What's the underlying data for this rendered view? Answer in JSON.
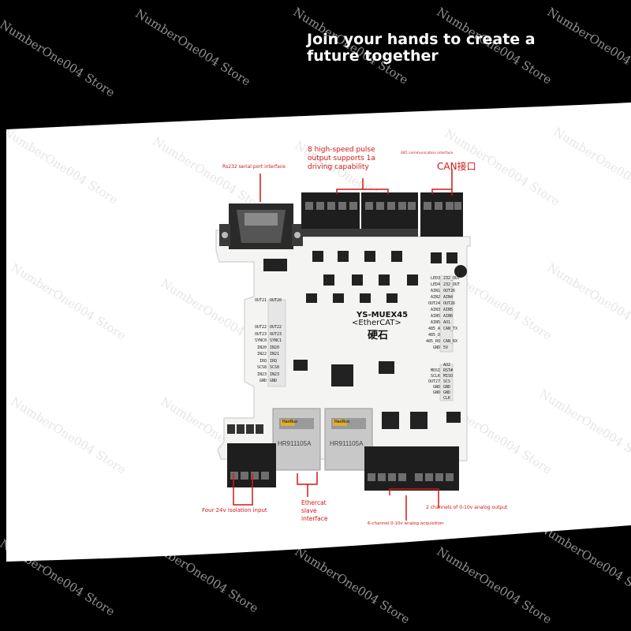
{
  "headline": "Join your hands to create a future together",
  "callouts": {
    "rs232": "Rs232 serial port interface",
    "pulse_output": "8 high-speed pulse output supports 1a driving capability",
    "rs485": "485 communication interface",
    "can": "CAN接口",
    "isolation_input": "Four 24v isolation input",
    "ethercat": "Ethercat slave interface",
    "analog_output": "2 channels of 0-10v analog output",
    "analog_acquisition": "6-channel 0-10v analog acquisition"
  },
  "board": {
    "model": "YS-MUEX45",
    "protocol": "<EtherCAT>",
    "brand": "硬石",
    "rj45_model": "HR911105A",
    "rj45_brand": "HanRun",
    "left_pins": [
      [
        "OUT21",
        "OUT20"
      ],
      [
        "",
        ""
      ],
      [
        "",
        ""
      ],
      [
        "",
        ""
      ],
      [
        "OUT22",
        "OUT22"
      ],
      [
        "OUT23",
        "OUT23"
      ],
      [
        "SYNC0",
        "SYNC1"
      ],
      [
        "IN20",
        "IN20"
      ],
      [
        "IN22",
        "IN21"
      ],
      [
        "IRQ",
        "IRQ"
      ],
      [
        "SCS8",
        "SCS8"
      ],
      [
        "IN23",
        "IN23"
      ],
      [
        "GND",
        "GND"
      ]
    ],
    "right_pins": [
      [
        "LED3",
        "232_OUT"
      ],
      [
        "LED4",
        "232_OUT"
      ],
      [
        "AIN1",
        "OUT26"
      ],
      [
        "AIN2",
        "AIN4"
      ],
      [
        "OUT24",
        "OUT26"
      ],
      [
        "AIN3",
        "AIN5"
      ],
      [
        "AIN5",
        "AIN6"
      ],
      [
        "AIN5",
        "AO1"
      ],
      [
        "485_A",
        "CAN_TX"
      ],
      [
        "485_D",
        ""
      ],
      [
        "485_RO",
        "CAN_RX"
      ],
      [
        "GND",
        "5V"
      ]
    ],
    "right_lower_pins": [
      [
        "",
        "AO2"
      ],
      [
        "MOSI",
        "RST#"
      ],
      [
        "SCLK",
        "MISO"
      ],
      [
        "OUT27",
        "SCS"
      ],
      [
        "GND",
        "GND"
      ],
      [
        "GND",
        "GND"
      ],
      [
        "",
        "CLK"
      ]
    ]
  },
  "watermark_text": "NumberOne004 Store",
  "colors": {
    "callout": "#d01818",
    "board": "#f4f4f2",
    "background": "#000000",
    "terminal": "#1e1e1e"
  }
}
